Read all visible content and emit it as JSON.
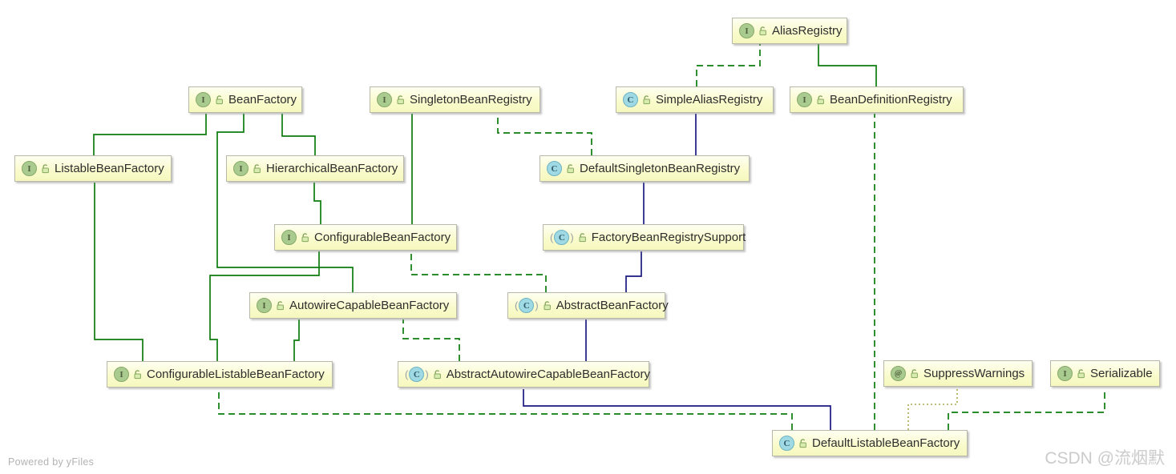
{
  "diagram": {
    "nodes": [
      {
        "id": "AliasRegistry",
        "label": "AliasRegistry",
        "kind": "interface",
        "badge": "I"
      },
      {
        "id": "BeanFactory",
        "label": "BeanFactory",
        "kind": "interface",
        "badge": "I"
      },
      {
        "id": "SingletonBeanRegistry",
        "label": "SingletonBeanRegistry",
        "kind": "interface",
        "badge": "I"
      },
      {
        "id": "SimpleAliasRegistry",
        "label": "SimpleAliasRegistry",
        "kind": "class",
        "badge": "C"
      },
      {
        "id": "BeanDefinitionRegistry",
        "label": "BeanDefinitionRegistry",
        "kind": "interface",
        "badge": "I"
      },
      {
        "id": "ListableBeanFactory",
        "label": "ListableBeanFactory",
        "kind": "interface",
        "badge": "I"
      },
      {
        "id": "HierarchicalBeanFactory",
        "label": "HierarchicalBeanFactory",
        "kind": "interface",
        "badge": "I"
      },
      {
        "id": "DefaultSingletonBeanRegistry",
        "label": "DefaultSingletonBeanRegistry",
        "kind": "class",
        "badge": "C"
      },
      {
        "id": "ConfigurableBeanFactory",
        "label": "ConfigurableBeanFactory",
        "kind": "interface",
        "badge": "I"
      },
      {
        "id": "FactoryBeanRegistrySupport",
        "label": "FactoryBeanRegistrySupport",
        "kind": "abstract_class",
        "badge": "C"
      },
      {
        "id": "AutowireCapableBeanFactory",
        "label": "AutowireCapableBeanFactory",
        "kind": "interface",
        "badge": "I"
      },
      {
        "id": "AbstractBeanFactory",
        "label": "AbstractBeanFactory",
        "kind": "abstract_class",
        "badge": "C"
      },
      {
        "id": "ConfigurableListableBeanFactory",
        "label": "ConfigurableListableBeanFactory",
        "kind": "interface",
        "badge": "I"
      },
      {
        "id": "AbstractAutowireCapableBeanFactory",
        "label": "AbstractAutowireCapableBeanFactory",
        "kind": "abstract_class",
        "badge": "C"
      },
      {
        "id": "SuppressWarnings",
        "label": "SuppressWarnings",
        "kind": "annotation",
        "badge": "@"
      },
      {
        "id": "Serializable",
        "label": "Serializable",
        "kind": "interface",
        "badge": "I"
      },
      {
        "id": "DefaultListableBeanFactory",
        "label": "DefaultListableBeanFactory",
        "kind": "class",
        "badge": "C"
      }
    ],
    "edges": [
      {
        "from": "ListableBeanFactory",
        "to": "BeanFactory",
        "type": "extends"
      },
      {
        "from": "HierarchicalBeanFactory",
        "to": "BeanFactory",
        "type": "extends"
      },
      {
        "from": "AutowireCapableBeanFactory",
        "to": "BeanFactory",
        "type": "extends"
      },
      {
        "from": "ConfigurableBeanFactory",
        "to": "HierarchicalBeanFactory",
        "type": "extends"
      },
      {
        "from": "ConfigurableBeanFactory",
        "to": "SingletonBeanRegistry",
        "type": "extends"
      },
      {
        "from": "BeanDefinitionRegistry",
        "to": "AliasRegistry",
        "type": "extends"
      },
      {
        "from": "SimpleAliasRegistry",
        "to": "AliasRegistry",
        "type": "implements"
      },
      {
        "from": "DefaultSingletonBeanRegistry",
        "to": "SingletonBeanRegistry",
        "type": "implements"
      },
      {
        "from": "DefaultSingletonBeanRegistry",
        "to": "SimpleAliasRegistry",
        "type": "class_extends"
      },
      {
        "from": "FactoryBeanRegistrySupport",
        "to": "DefaultSingletonBeanRegistry",
        "type": "class_extends"
      },
      {
        "from": "AbstractBeanFactory",
        "to": "FactoryBeanRegistrySupport",
        "type": "class_extends"
      },
      {
        "from": "AbstractBeanFactory",
        "to": "ConfigurableBeanFactory",
        "type": "implements"
      },
      {
        "from": "ConfigurableListableBeanFactory",
        "to": "ListableBeanFactory",
        "type": "extends"
      },
      {
        "from": "ConfigurableListableBeanFactory",
        "to": "AutowireCapableBeanFactory",
        "type": "extends"
      },
      {
        "from": "ConfigurableListableBeanFactory",
        "to": "ConfigurableBeanFactory",
        "type": "extends"
      },
      {
        "from": "AbstractAutowireCapableBeanFactory",
        "to": "AutowireCapableBeanFactory",
        "type": "implements"
      },
      {
        "from": "AbstractAutowireCapableBeanFactory",
        "to": "AbstractBeanFactory",
        "type": "class_extends"
      },
      {
        "from": "DefaultListableBeanFactory",
        "to": "AbstractAutowireCapableBeanFactory",
        "type": "class_extends"
      },
      {
        "from": "DefaultListableBeanFactory",
        "to": "ConfigurableListableBeanFactory",
        "type": "implements"
      },
      {
        "from": "DefaultListableBeanFactory",
        "to": "BeanDefinitionRegistry",
        "type": "implements"
      },
      {
        "from": "DefaultListableBeanFactory",
        "to": "Serializable",
        "type": "implements"
      },
      {
        "from": "DefaultListableBeanFactory",
        "to": "SuppressWarnings",
        "type": "annotated_by"
      }
    ],
    "colors": {
      "extends_edge": "#0c7c0c",
      "class_extends_edge": "#191980",
      "annotation_edge": "#a9a952",
      "node_fill": "#fafad2",
      "interface_icon": "#a9cb90",
      "class_icon": "#9ed9e4"
    }
  },
  "footer": {
    "powered_by": "Powered by yFiles"
  },
  "watermark": {
    "text": "CSDN @流烟默"
  }
}
